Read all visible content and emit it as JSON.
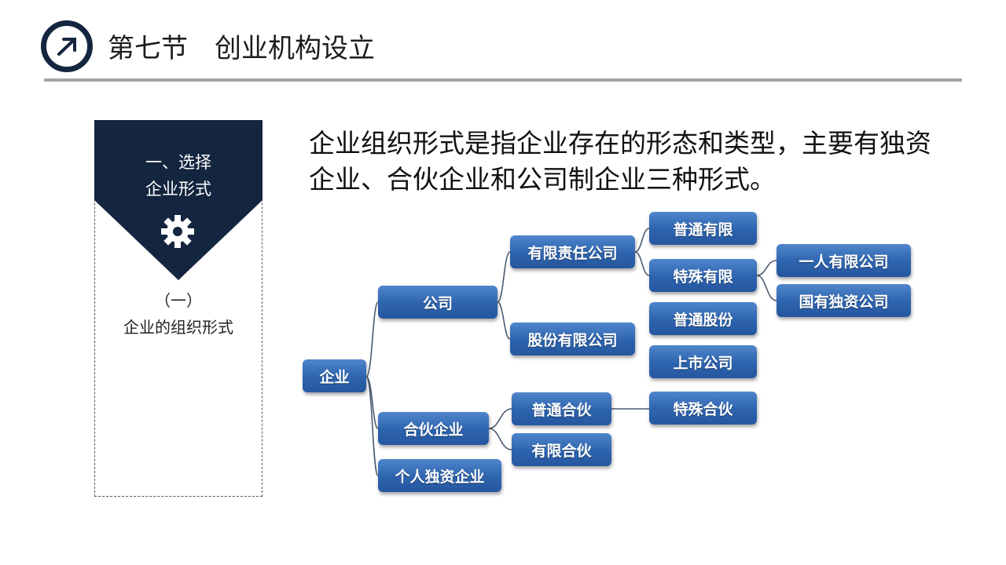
{
  "header": {
    "title": "第七节　创业机构设立",
    "icon": "arrow-circle-icon"
  },
  "sidebar": {
    "section_line1": "一、选择",
    "section_line2": "企业形式",
    "icon": "gear-icon",
    "sub_line1": "（一）",
    "sub_line2": "企业的组织形式"
  },
  "intro": "企业组织形式是指企业存在的形态和类型，主要有独资企业、合伙企业和公司制企业三种形式。",
  "tree": {
    "root": "企业",
    "company": "公司",
    "partnership": "合伙企业",
    "sole": "个人独资企业",
    "llc": "有限责任公司",
    "jsc": "股份有限公司",
    "general_partner": "普通合伙",
    "limited_partner": "有限合伙",
    "normal_llc": "普通有限",
    "special_llc": "特殊有限",
    "normal_jsc": "普通股份",
    "listed": "上市公司",
    "special_partner": "特殊合伙",
    "one_person": "一人有限公司",
    "state_owned": "国有独资公司"
  },
  "colors": {
    "navy": "#14253f",
    "node": "#2d63ad"
  }
}
